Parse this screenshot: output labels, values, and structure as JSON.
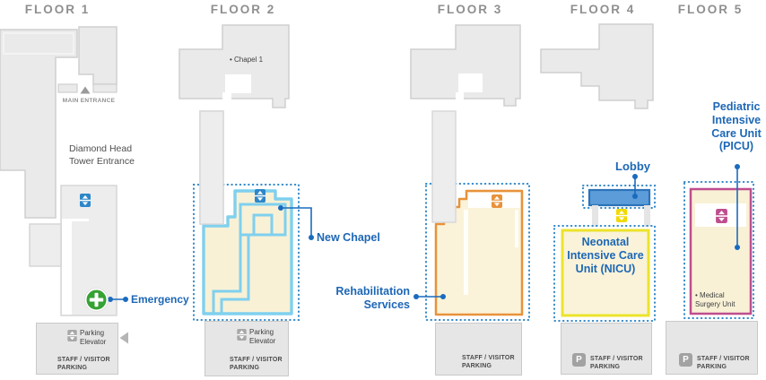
{
  "floors": [
    {
      "label": "FLOOR 1"
    },
    {
      "label": "FLOOR 2"
    },
    {
      "label": "FLOOR 3"
    },
    {
      "label": "FLOOR 4"
    },
    {
      "label": "FLOOR 5"
    }
  ],
  "floor1": {
    "main_entrance_label": "MAIN ENTRANCE",
    "tower_entrance_label": "Diamond Head Tower Entrance",
    "emergency_label": "Emergency",
    "parking_elevator_label": "Parking Elevator",
    "staff_parking_label": "STAFF / VISITOR PARKING"
  },
  "floor2": {
    "chapel1_label": "• Chapel 1",
    "new_chapel_label": "New Chapel",
    "parking_elevator_label": "Parking Elevator",
    "staff_parking_label": "STAFF / VISITOR PARKING"
  },
  "floor3": {
    "rehab_label": "Rehabilitation Services",
    "staff_parking_label": "STAFF / VISITOR PARKING"
  },
  "floor4": {
    "lobby_label": "Lobby",
    "nicu_label": "Neonatal Intensive Care Unit (NICU)",
    "parking_icon_letter": "P",
    "staff_parking_label": "STAFF / VISITOR PARKING"
  },
  "floor5": {
    "picu_label": "Pediatric Intensive Care Unit (PICU)",
    "medical_surgery_label": "• Medical Surgery Unit",
    "parking_icon_letter": "P",
    "staff_parking_label": "STAFF / VISITOR PARKING"
  },
  "colors": {
    "accent_blue": "#1d67b6",
    "dotted_border_blue": "#2e86c8",
    "corridor_light_blue": "#7fd0ee",
    "floor3_orange": "#e8923a",
    "floor4_yellow": "#ece32c",
    "floor5_magenta": "#bf4e8e",
    "lobby_blue": "#5b9cd9",
    "emergency_green": "#36a233",
    "building_gray": "#eaeaeb",
    "room_cream": "#f8f1d6"
  }
}
